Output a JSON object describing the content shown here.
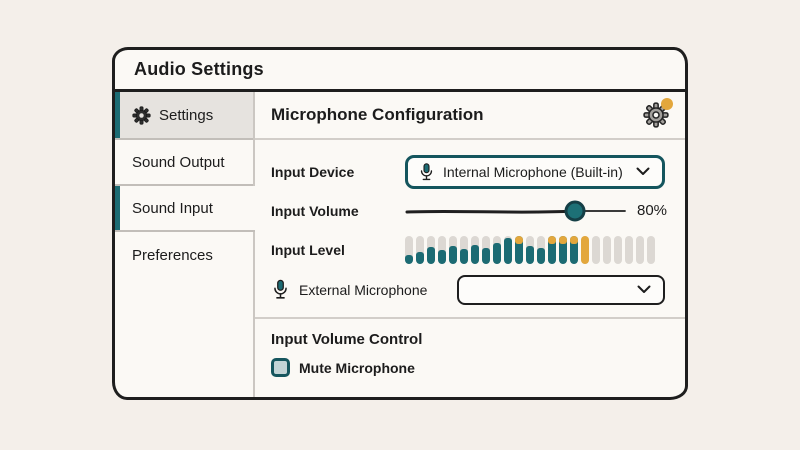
{
  "window": {
    "title": "Audio Settings",
    "sidebar": {
      "items": [
        {
          "label": "Settings"
        },
        {
          "label": "Sound Output"
        },
        {
          "label": "Sound Input"
        },
        {
          "label": "Preferences"
        }
      ]
    },
    "main": {
      "title": "Microphone Configuration",
      "input_device": {
        "label": "Input Device",
        "selected_option": "Internal Microphone (Built-in)"
      },
      "input_volume": {
        "label": "Input Volume",
        "value_percent": 80,
        "value_display": "80%"
      },
      "input_level": {
        "label": "Input Level",
        "bars": [
          {
            "fill": 0.32,
            "color": "teal",
            "cap": false
          },
          {
            "fill": 0.42,
            "color": "teal",
            "cap": false
          },
          {
            "fill": 0.58,
            "color": "teal",
            "cap": false
          },
          {
            "fill": 0.48,
            "color": "teal",
            "cap": false
          },
          {
            "fill": 0.62,
            "color": "teal",
            "cap": false
          },
          {
            "fill": 0.52,
            "color": "teal",
            "cap": false
          },
          {
            "fill": 0.66,
            "color": "teal",
            "cap": false
          },
          {
            "fill": 0.56,
            "color": "teal",
            "cap": false
          },
          {
            "fill": 0.72,
            "color": "teal",
            "cap": false
          },
          {
            "fill": 0.92,
            "color": "teal",
            "cap": false
          },
          {
            "fill": 1,
            "color": "teal",
            "cap": true
          },
          {
            "fill": 0.64,
            "color": "teal",
            "cap": false
          },
          {
            "fill": 0.54,
            "color": "teal",
            "cap": false
          },
          {
            "fill": 1,
            "color": "teal",
            "cap": true
          },
          {
            "fill": 1,
            "color": "teal",
            "cap": true
          },
          {
            "fill": 1,
            "color": "teal",
            "cap": true
          },
          {
            "fill": 1,
            "color": "yellow",
            "cap": false
          },
          {
            "fill": 0,
            "color": "empty",
            "cap": false
          },
          {
            "fill": 0,
            "color": "empty",
            "cap": false
          },
          {
            "fill": 0,
            "color": "empty",
            "cap": false
          },
          {
            "fill": 0,
            "color": "empty",
            "cap": false
          },
          {
            "fill": 0,
            "color": "empty",
            "cap": false
          },
          {
            "fill": 0,
            "color": "empty",
            "cap": false
          }
        ]
      },
      "external_mic": {
        "label": "External Microphone",
        "selected_option": ""
      },
      "volume_control": {
        "title": "Input Volume Control",
        "mute": {
          "label": "Mute Microphone",
          "checked": false
        }
      }
    }
  },
  "colors": {
    "teal": "#1c6b73",
    "teal_dark": "#14555d",
    "yellow": "#e3a73c",
    "bar_empty": "#dcd8d3",
    "badge": "#e3a73c"
  }
}
